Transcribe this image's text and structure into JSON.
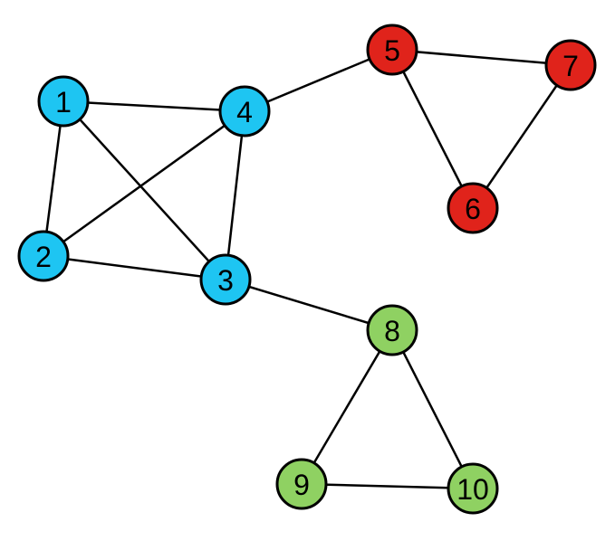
{
  "graph": {
    "colors": {
      "blue_cluster": "#1ec5f2",
      "red_cluster": "#e0231b",
      "green_cluster": "#8fd162",
      "edge": "#000000",
      "outline": "#000000"
    },
    "nodes": [
      {
        "id": "1",
        "label": "1",
        "cluster": "blue_cluster"
      },
      {
        "id": "2",
        "label": "2",
        "cluster": "blue_cluster"
      },
      {
        "id": "3",
        "label": "3",
        "cluster": "blue_cluster"
      },
      {
        "id": "4",
        "label": "4",
        "cluster": "blue_cluster"
      },
      {
        "id": "5",
        "label": "5",
        "cluster": "red_cluster"
      },
      {
        "id": "6",
        "label": "6",
        "cluster": "red_cluster"
      },
      {
        "id": "7",
        "label": "7",
        "cluster": "red_cluster"
      },
      {
        "id": "8",
        "label": "8",
        "cluster": "green_cluster"
      },
      {
        "id": "9",
        "label": "9",
        "cluster": "green_cluster"
      },
      {
        "id": "10",
        "label": "10",
        "cluster": "green_cluster"
      }
    ],
    "edges": [
      [
        "1",
        "4"
      ],
      [
        "1",
        "2"
      ],
      [
        "1",
        "3"
      ],
      [
        "2",
        "4"
      ],
      [
        "2",
        "3"
      ],
      [
        "3",
        "4"
      ],
      [
        "4",
        "5"
      ],
      [
        "5",
        "7"
      ],
      [
        "5",
        "6"
      ],
      [
        "6",
        "7"
      ],
      [
        "3",
        "8"
      ],
      [
        "8",
        "9"
      ],
      [
        "8",
        "10"
      ],
      [
        "9",
        "10"
      ]
    ]
  }
}
